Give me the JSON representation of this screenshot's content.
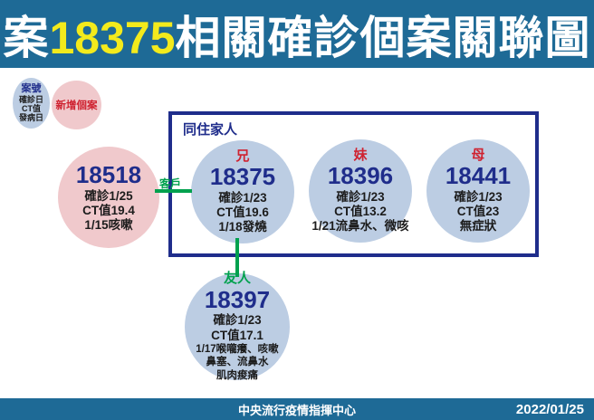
{
  "title": {
    "prefix": "案",
    "case_no": "18375",
    "suffix": "相關確診個案關聯圖"
  },
  "legend": {
    "sample": {
      "id_label": "案號",
      "lines": [
        "確診日",
        "CT值",
        "發病日"
      ]
    },
    "new_case_label": "新增個案"
  },
  "family_box": {
    "label": "同住家人"
  },
  "edges": {
    "customer_label": "客戶"
  },
  "nodes": {
    "n18518": {
      "id": "18518",
      "confirmed": "確診1/25",
      "ct": "CT值19.4",
      "symptoms": "1/15咳嗽"
    },
    "n18375": {
      "relation": "兄",
      "id": "18375",
      "confirmed": "確診1/23",
      "ct": "CT值19.6",
      "symptoms": "1/18發燒"
    },
    "n18396": {
      "relation": "妹",
      "id": "18396",
      "confirmed": "確診1/23",
      "ct": "CT值13.2",
      "symptoms": "1/21流鼻水、微咳"
    },
    "n18441": {
      "relation": "母",
      "id": "18441",
      "confirmed": "確診1/23",
      "ct": "CT值23",
      "symptoms": "無症狀"
    },
    "n18397": {
      "relation": "友人",
      "id": "18397",
      "confirmed": "確診1/23",
      "ct": "CT值17.1",
      "symptom1": "1/17喉嚨癢、咳嗽",
      "symptom2": "鼻塞、流鼻水",
      "symptom3": "肌肉痠痛"
    }
  },
  "footer": {
    "org": "中央流行疫情指揮中心",
    "date": "2022/01/25"
  },
  "colors": {
    "header_bg": "#1e6a96",
    "navy": "#1f2d8b",
    "red": "#cf2331",
    "green": "#00a14e",
    "node_blue": "#bccde3",
    "node_pink": "#f0c9cc",
    "yellow": "#f3ea1c",
    "text_dark": "#1c1c1c"
  }
}
